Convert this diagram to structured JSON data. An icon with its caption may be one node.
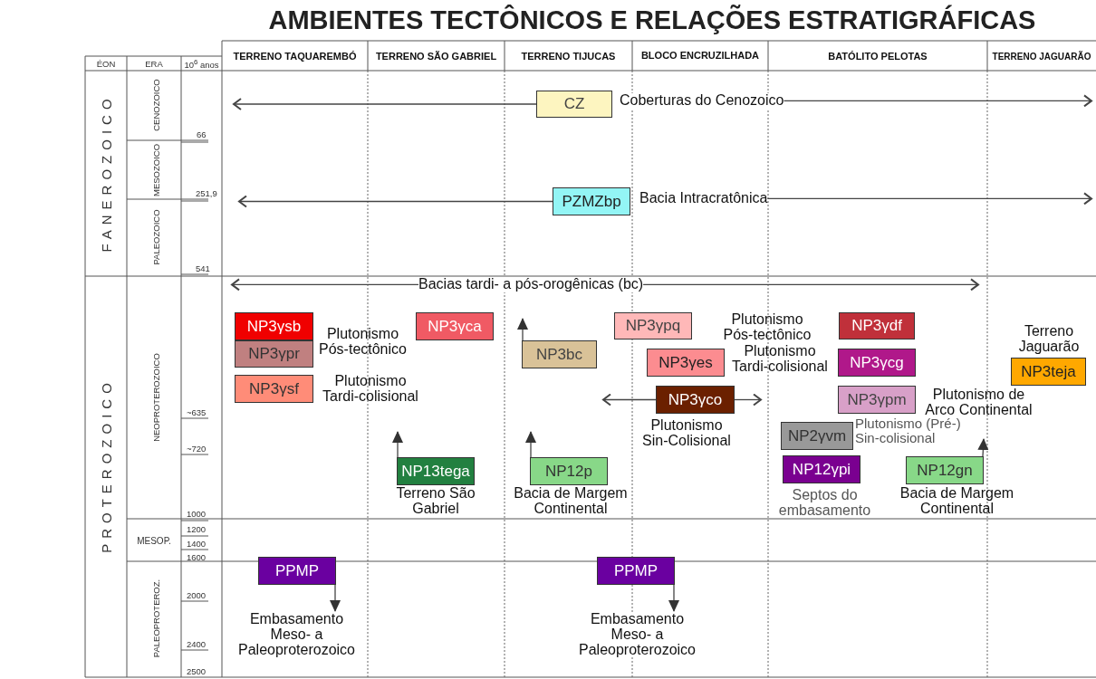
{
  "diagram": {
    "title": "AMBIENTES TECTÔNICOS E RELAÇÕES ESTRATIGRÁFICAS",
    "nodes": [
      {
        "text": [
          "CZ"
        ]
      },
      {
        "text": [
          "Coberturas do Cenozoico"
        ]
      },
      {
        "text": [
          "PZMZbp"
        ]
      },
      {
        "text": [
          "Bacia Intracratônica"
        ]
      },
      {
        "text": [
          "Bacias tardi- a pós-orogênicas (bc)"
        ]
      },
      {
        "text": [
          "NP3γsb"
        ]
      },
      {
        "text": [
          "NP3γpr"
        ],
        "beside": [
          "Plutonismo Pós-tectônico"
        ]
      },
      {
        "text": [
          "NP3γsf"
        ],
        "beside": [
          "Plutonismo Tardi-colisional"
        ]
      },
      {
        "text": [
          "NP3γca"
        ]
      },
      {
        "text": [
          "NP3bc"
        ]
      },
      {
        "text": [
          "NP3γpq"
        ]
      },
      {
        "text": [
          "NP3γes"
        ],
        "beside": [
          "Plutonismo Tardi-colisional"
        ]
      },
      {
        "text": [
          "NP3γco"
        ],
        "beside": [
          "Plutonismo Sin-Colisional"
        ]
      },
      {
        "text": [
          "NP3γdf"
        ]
      },
      {
        "text": [
          "NP3γcg"
        ]
      },
      {
        "text": [
          "NP3γpm"
        ]
      },
      {
        "text": [
          "NP2γvm"
        ],
        "beside": [
          "Plutonismo (Pré-) Sin-colisional"
        ]
      },
      {
        "text": [
          "NP3teja"
        ],
        "beside": [
          "Terreno Jaguarão"
        ]
      },
      {
        "text": [
          "NP13tega"
        ],
        "beside": [
          "Terreno São Gabriel"
        ]
      },
      {
        "text": [
          "NP12p"
        ],
        "beside": [
          "Bacia de Margem Continental"
        ]
      },
      {
        "text": [
          "NP12γpi"
        ],
        "beside": [
          "Septos do embasamento"
        ]
      },
      {
        "text": [
          "NP12gn"
        ],
        "beside": [
          "Bacia de Margem Continental"
        ]
      },
      {
        "text": [
          "PPMP"
        ]
      },
      {
        "text": [
          "Embasamento Meso- a Paleoproterozoico"
        ]
      },
      {
        "text": [
          "PPMP"
        ]
      },
      {
        "text": [
          "Embasamento Meso- a Paleoproterozoico"
        ]
      }
    ],
    "edges": [
      {
        "from": 0,
        "to": null,
        "arrow": "to"
      },
      {
        "from": 1,
        "to": null,
        "arrow": "to"
      },
      {
        "from": 2,
        "to": null,
        "arrow": "to"
      },
      {
        "from": 3,
        "to": null,
        "arrow": "to"
      },
      {
        "from": 4,
        "to": null,
        "arrow": "to"
      },
      {
        "from": 4,
        "to": null,
        "arrow": "to"
      },
      {
        "from": 9,
        "to": null,
        "arrow": "to"
      },
      {
        "from": 12,
        "to": null,
        "arrow": "to"
      },
      {
        "from": 12,
        "to": null,
        "arrow": "to"
      },
      {
        "from": 18,
        "to": null,
        "arrow": "to"
      },
      {
        "from": 19,
        "to": null,
        "arrow": "to"
      },
      {
        "from": 21,
        "to": null,
        "arrow": "to"
      },
      {
        "from": 22,
        "to": 23,
        "arrow": "to"
      },
      {
        "from": 24,
        "to": 25,
        "arrow": "to"
      }
    ],
    "labels": [
      "TERRENO TAQUAREMBÓ",
      "TERRENO SÃO GABRIEL",
      "TERRENO TIJUCAS",
      "BLOCO ENCRUZILHADA",
      "BATÓLITO PELOTAS",
      "TERRENO JAGUARÃO",
      "ÉON",
      "ERA",
      "10$^{6}$ anos",
      "FANEROZOICO",
      "CENOZOICO",
      "66",
      "MESOZOICO",
      "251,9",
      "PALEOZOICO",
      "541",
      "PROTEROZOICO",
      "NEOPROTEROZOICO",
      "~635",
      "~720",
      "1000",
      "MESOP.",
      "1200",
      "1400",
      "1600",
      "PALEOPROTEROZ.",
      "2000",
      "2400",
      "2500",
      "Plutonismo Pós-tectônico",
      "Plutonismo de Arco Continental"
    ]
  }
}
